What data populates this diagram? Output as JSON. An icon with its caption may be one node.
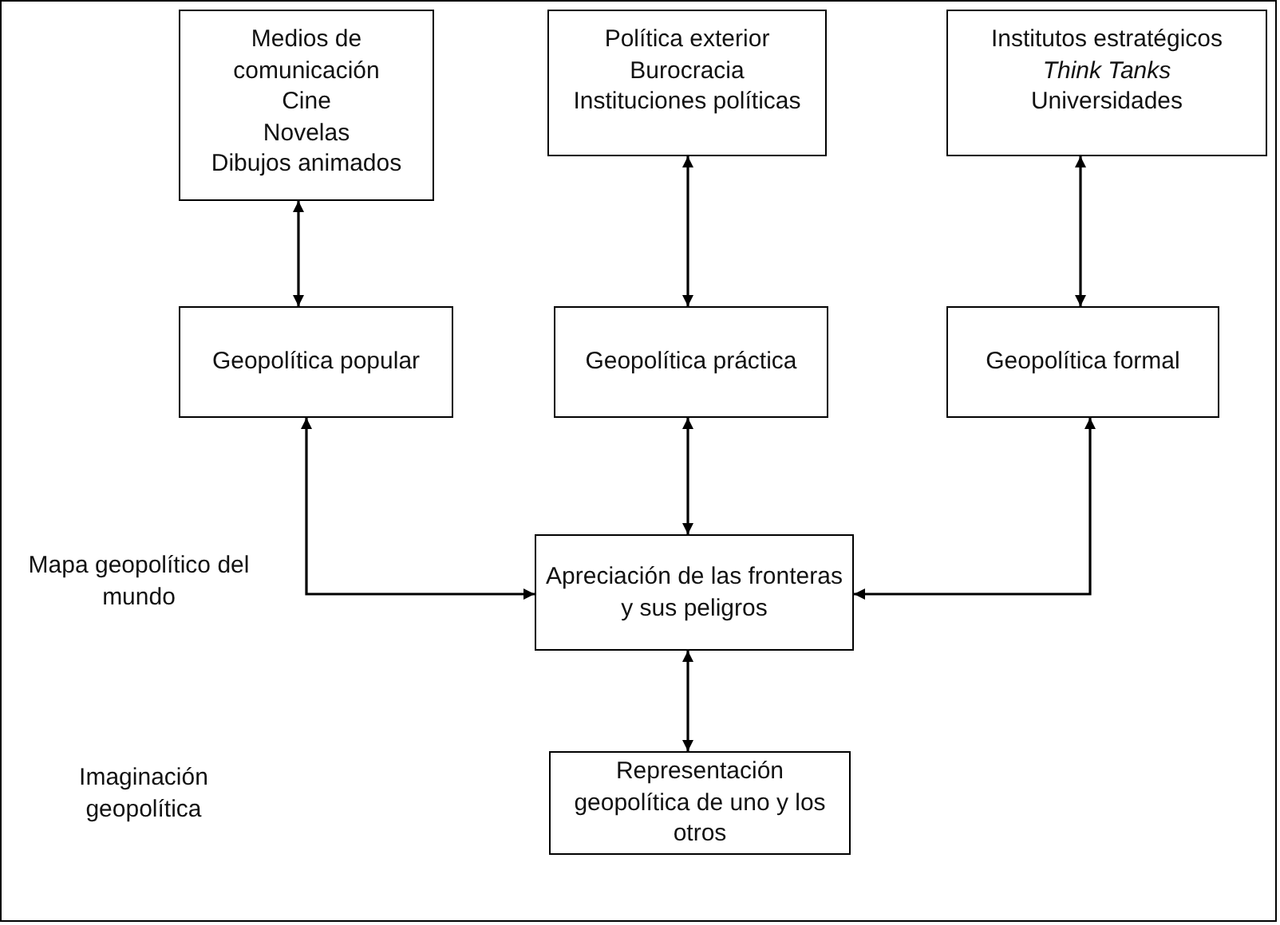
{
  "diagram": {
    "nodes": [
      {
        "text": [
          "Medios de comunicación",
          "Cine",
          "Novelas",
          "Dibujos animados"
        ]
      },
      {
        "text": [
          "Política exterior",
          "Burocracia",
          "Instituciones políticas"
        ]
      },
      {
        "text": [
          "Institutos estratégicos",
          "*Think Tanks*",
          "Universidades"
        ]
      },
      {
        "text": [
          "Geopolítica popular"
        ]
      },
      {
        "text": [
          "Geopolítica práctica"
        ]
      },
      {
        "text": [
          "Geopolítica formal"
        ]
      },
      {
        "text": [
          "Apreciación de las fronteras y sus peligros"
        ]
      },
      {
        "text": [
          "Representación geopolítica de uno y los otros"
        ]
      }
    ],
    "edges": [
      {
        "from": 0,
        "to": 3,
        "arrow": "both"
      },
      {
        "from": 1,
        "to": 4,
        "arrow": "both"
      },
      {
        "from": 2,
        "to": 5,
        "arrow": "both"
      },
      {
        "from": 3,
        "to": 6,
        "arrow": "both"
      },
      {
        "from": 4,
        "to": 6,
        "arrow": "both"
      },
      {
        "from": 5,
        "to": 6,
        "arrow": "both"
      },
      {
        "from": 6,
        "to": 7,
        "arrow": "both"
      }
    ],
    "labels": [
      "Mapa geopolítico del mundo",
      "Imaginación geopolítica"
    ]
  }
}
